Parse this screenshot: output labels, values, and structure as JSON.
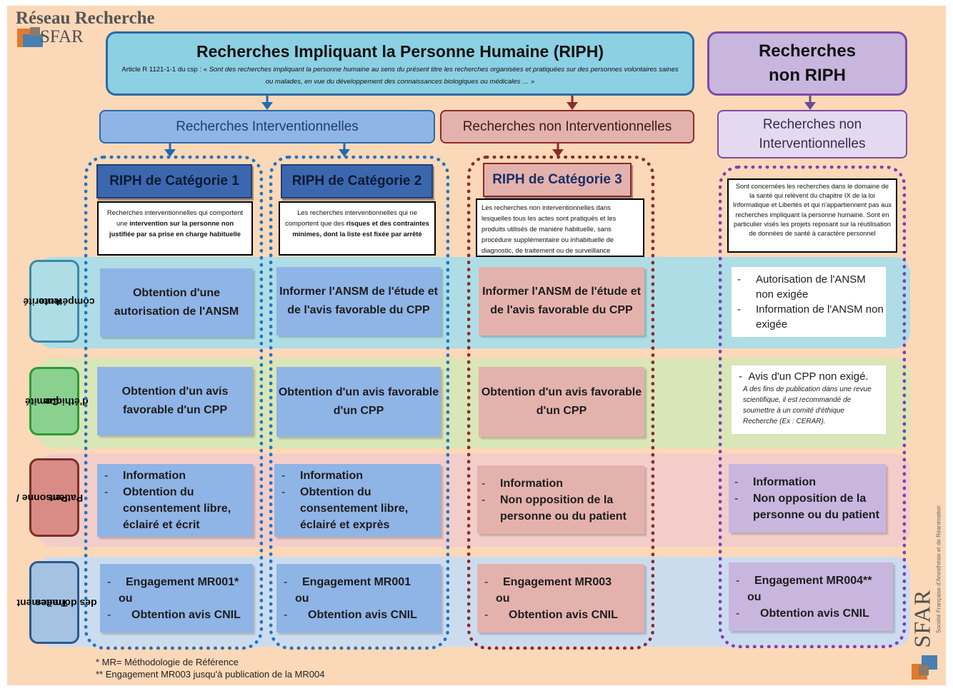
{
  "brand": {
    "title": "Réseau Recherche",
    "subtitle": "SFAR",
    "side_logo": "SFAR",
    "side_text": "Société Française d'Anesthésie et de Réanimation"
  },
  "riph": {
    "title": "Recherches Impliquant la Personne Humaine (RIPH)",
    "article_prefix": "Article R 1121-1-1 du csp : « ",
    "article_text": "Sont des recherches impliquant la personne humaine au sens du présent titre les recherches organisées et pratiquées sur des personnes volontaires saines ou malades, en vue du développement des connaissances biologiques ou médicales … »"
  },
  "non_riph": {
    "title_line1": "Recherches",
    "title_line2": "non RIPH"
  },
  "sub_headers": {
    "interventionnelles": "Recherches Interventionnelles",
    "non_interventionnelles": "Recherches non Interventionnelles",
    "non_riph_line1": "Recherches non",
    "non_riph_line2": "Interventionnelles"
  },
  "categories": {
    "cat1": "RIPH de Catégorie 1",
    "cat2": "RIPH de Catégorie 2",
    "cat3": "RIPH de Catégorie 3"
  },
  "definitions": {
    "cat1_a": "Recherches interventionnelles qui comportent une ",
    "cat1_b": "intervention sur la personne non justifiée par sa prise en charge habituelle",
    "cat2_a": "Les recherches interventionnelles qui ne comportent que des ",
    "cat2_b": "risques et des contraintes minimes, dont la liste est fixée par arrêté",
    "cat3": "Les recherches non interventionnelles dans lesquelles tous les actes sont pratiqués et les produits utilisés de manière habituelle, sans procédure supplémentaire ou inhabituelle de diagnostic, de traitement ou de surveillance",
    "non_riph": "Sont concernées les recherches dans le domaine de la santé qui relèvent du chapitre IX de la loi Informatique et Libertés et qui n'appartiennent pas aux recherches impliquant la personne humaine. Sont en particulier visés les projets reposant sur la réutilisation de données de santé à caractère personnel"
  },
  "row_labels": {
    "autorite": [
      "Autorité",
      "compétente"
    ],
    "comite": [
      "Comité",
      "d'éthique"
    ],
    "personne": [
      "Personne /",
      "Patient"
    ],
    "donnees": [
      "Traitement",
      "des données"
    ]
  },
  "autorite": {
    "cat1": "Obtention d'une autorisation de l'ANSM",
    "cat2": "Informer l'ANSM de l'étude et de l'avis favorable du CPP",
    "cat3": "Informer l'ANSM de l'étude et de l'avis favorable du CPP",
    "non_riph": [
      "Autorisation de l'ANSM non exigée",
      "Information de l'ANSM non exigée"
    ]
  },
  "comite": {
    "cat1": "Obtention d'un avis favorable d'un CPP",
    "cat2": "Obtention d'un avis favorable d'un CPP",
    "cat3": "Obtention d'un avis favorable d'un CPP",
    "non_riph_main": "Avis d'un CPP non exigé.",
    "non_riph_note": "A des fins de publication dans une revue scientifique, il est recommandé de soumettre à un comité d'éthique Recherche (Ex : CERAR)."
  },
  "personne": {
    "cat1": [
      "Information",
      "Obtention du consentement libre, éclairé et écrit"
    ],
    "cat2": [
      "Information",
      "Obtention du consentement libre, éclairé et exprès"
    ],
    "cat3": [
      "Information",
      "Non opposition de la personne ou du patient"
    ],
    "non_riph": [
      "Information",
      "Non opposition de la personne ou du patient"
    ]
  },
  "donnees": {
    "cat1": [
      "Engagement MR001*",
      "ou",
      "Obtention avis CNIL"
    ],
    "cat2": [
      "Engagement MR001",
      "ou",
      "Obtention avis CNIL"
    ],
    "cat3": [
      "Engagement MR003",
      "ou",
      "Obtention avis CNIL"
    ],
    "non_riph": [
      "Engagement MR004**",
      "ou",
      "Obtention avis CNIL"
    ]
  },
  "footnotes": {
    "f1": "* MR= Méthodologie de Référence",
    "f2": "** Engagement MR003 jusqu'à publication de la MR004"
  },
  "colors": {
    "background": "#fbd8b8",
    "riph_header": "#8cd0e3",
    "interventional": "#8fb4e6",
    "non_interventional": "#e4b2ad",
    "non_riph": "#c8b6de",
    "category_header": "#3b67ae"
  }
}
